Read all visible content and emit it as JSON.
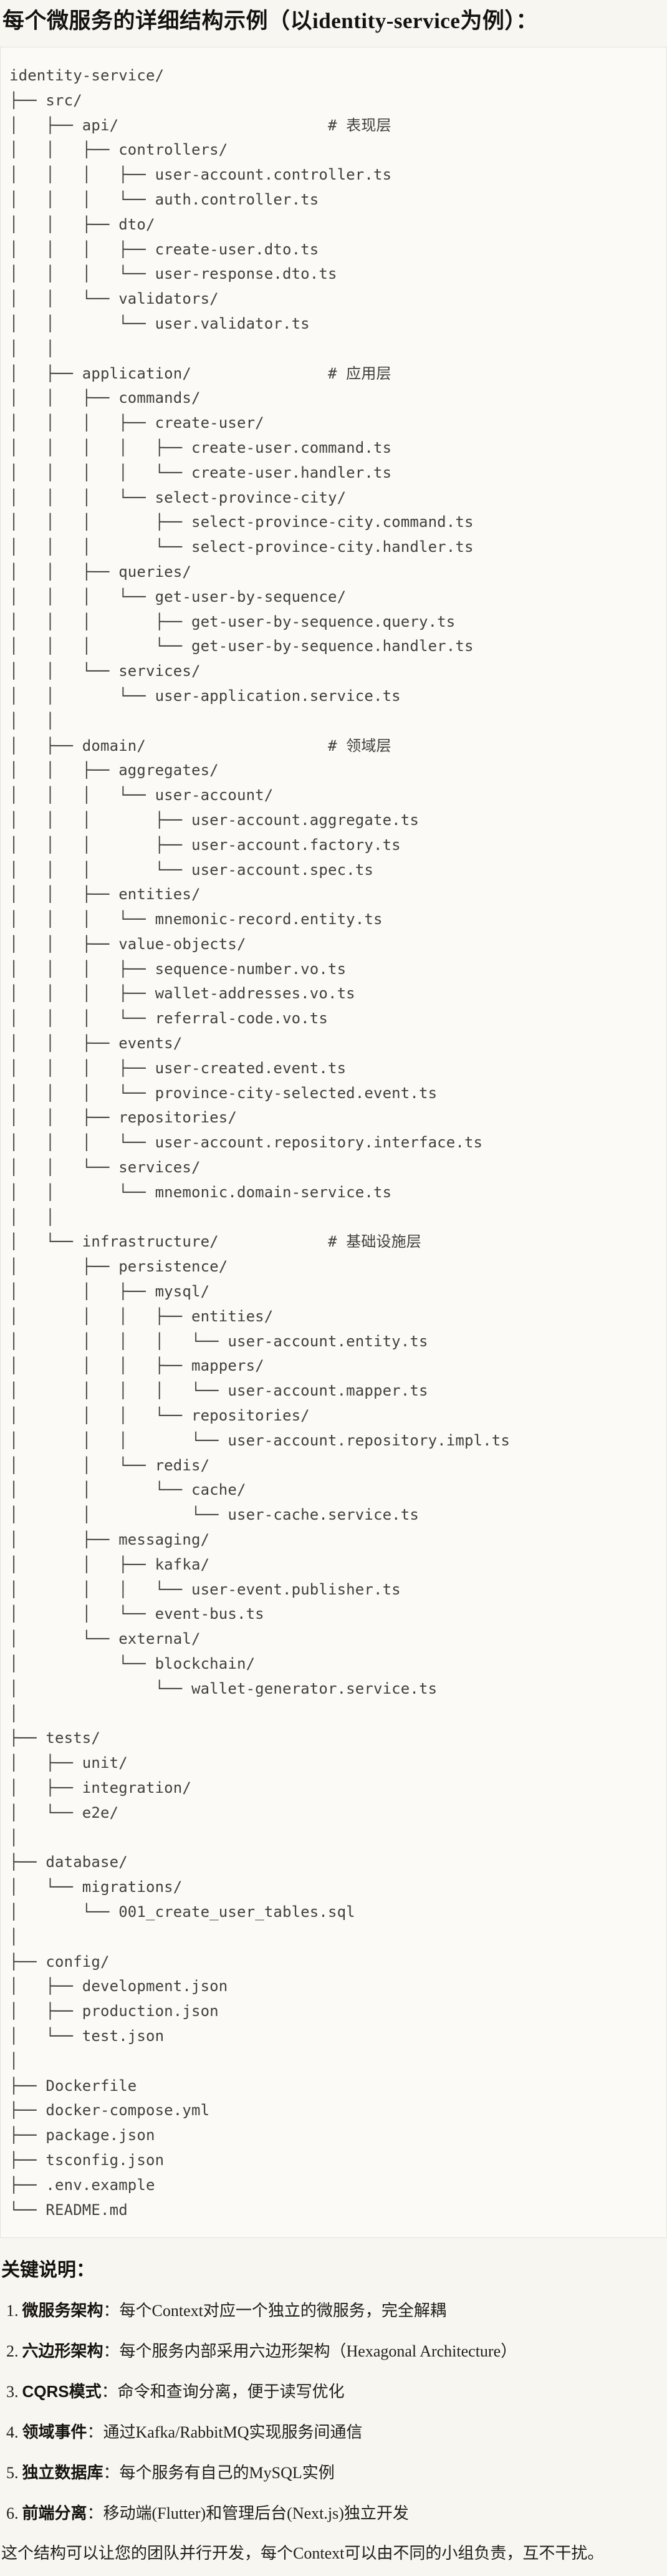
{
  "colors": {
    "page_background": "#f8f6f1",
    "code_background": "#fbfaf6",
    "code_border": "#e5e2d9",
    "code_text": "#40403c",
    "title_text": "#141210"
  },
  "header": {
    "title": "每个微服务的详细结构示例（以identity-service为例）："
  },
  "tree": {
    "language": "plain-text-directory-tree",
    "lines": [
      "identity-service/",
      "├── src/",
      "│   ├── api/                       # 表现层",
      "│   │   ├── controllers/",
      "│   │   │   ├── user-account.controller.ts",
      "│   │   │   └── auth.controller.ts",
      "│   │   ├── dto/",
      "│   │   │   ├── create-user.dto.ts",
      "│   │   │   └── user-response.dto.ts",
      "│   │   └── validators/",
      "│   │       └── user.validator.ts",
      "│   │",
      "│   ├── application/               # 应用层",
      "│   │   ├── commands/",
      "│   │   │   ├── create-user/",
      "│   │   │   │   ├── create-user.command.ts",
      "│   │   │   │   └── create-user.handler.ts",
      "│   │   │   └── select-province-city/",
      "│   │   │       ├── select-province-city.command.ts",
      "│   │   │       └── select-province-city.handler.ts",
      "│   │   ├── queries/",
      "│   │   │   └── get-user-by-sequence/",
      "│   │   │       ├── get-user-by-sequence.query.ts",
      "│   │   │       └── get-user-by-sequence.handler.ts",
      "│   │   └── services/",
      "│   │       └── user-application.service.ts",
      "│   │",
      "│   ├── domain/                    # 领域层",
      "│   │   ├── aggregates/",
      "│   │   │   └── user-account/",
      "│   │   │       ├── user-account.aggregate.ts",
      "│   │   │       ├── user-account.factory.ts",
      "│   │   │       └── user-account.spec.ts",
      "│   │   ├── entities/",
      "│   │   │   └── mnemonic-record.entity.ts",
      "│   │   ├── value-objects/",
      "│   │   │   ├── sequence-number.vo.ts",
      "│   │   │   ├── wallet-addresses.vo.ts",
      "│   │   │   └── referral-code.vo.ts",
      "│   │   ├── events/",
      "│   │   │   ├── user-created.event.ts",
      "│   │   │   └── province-city-selected.event.ts",
      "│   │   ├── repositories/",
      "│   │   │   └── user-account.repository.interface.ts",
      "│   │   └── services/",
      "│   │       └── mnemonic.domain-service.ts",
      "│   │",
      "│   └── infrastructure/            # 基础设施层",
      "│       ├── persistence/",
      "│       │   ├── mysql/",
      "│       │   │   ├── entities/",
      "│       │   │   │   └── user-account.entity.ts",
      "│       │   │   ├── mappers/",
      "│       │   │   │   └── user-account.mapper.ts",
      "│       │   │   └── repositories/",
      "│       │   │       └── user-account.repository.impl.ts",
      "│       │   └── redis/",
      "│       │       └── cache/",
      "│       │           └── user-cache.service.ts",
      "│       ├── messaging/",
      "│       │   ├── kafka/",
      "│       │   │   └── user-event.publisher.ts",
      "│       │   └── event-bus.ts",
      "│       └── external/",
      "│           └── blockchain/",
      "│               └── wallet-generator.service.ts",
      "│",
      "├── tests/",
      "│   ├── unit/",
      "│   ├── integration/",
      "│   └── e2e/",
      "│",
      "├── database/",
      "│   └── migrations/",
      "│       └── 001_create_user_tables.sql",
      "│",
      "├── config/",
      "│   ├── development.json",
      "│   ├── production.json",
      "│   └── test.json",
      "│",
      "├── Dockerfile",
      "├── docker-compose.yml",
      "├── package.json",
      "├── tsconfig.json",
      "├── .env.example",
      "└── README.md"
    ]
  },
  "notes": {
    "heading": "关键说明：",
    "items": [
      {
        "num": "1.",
        "label": "微服务架构",
        "text": "：每个Context对应一个独立的微服务，完全解耦"
      },
      {
        "num": "2.",
        "label": "六边形架构",
        "text": "：每个服务内部采用六边形架构（Hexagonal Architecture）"
      },
      {
        "num": "3.",
        "label": "CQRS模式",
        "text": "：命令和查询分离，便于读写优化"
      },
      {
        "num": "4.",
        "label": "领域事件",
        "text": "：通过Kafka/RabbitMQ实现服务间通信"
      },
      {
        "num": "5.",
        "label": "独立数据库",
        "text": "：每个服务有自己的MySQL实例"
      },
      {
        "num": "6.",
        "label": "前端分离",
        "text": "：移动端(Flutter)和管理后台(Next.js)独立开发"
      }
    ],
    "closing": "这个结构可以让您的团队并行开发，每个Context可以由不同的小组负责，互不干扰。"
  }
}
